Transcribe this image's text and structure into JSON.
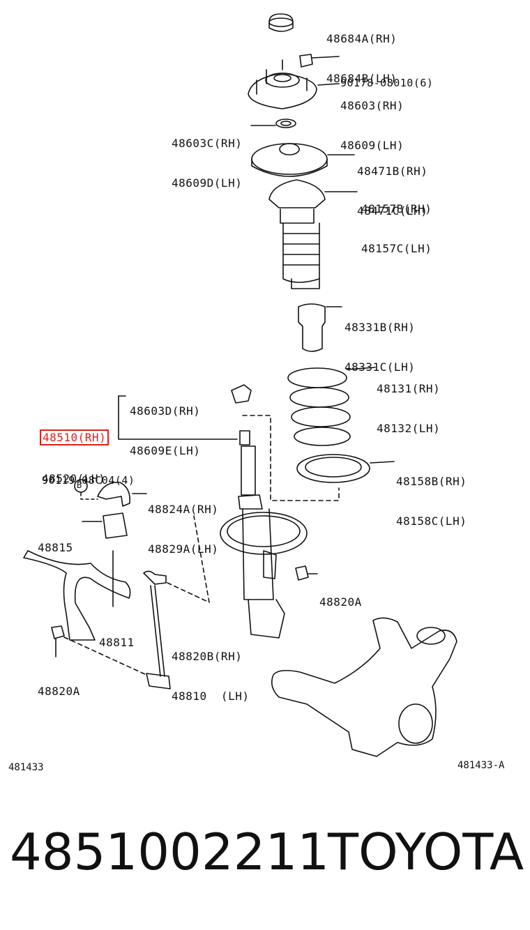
{
  "callouts": [
    {
      "id": "c1",
      "lines": [
        "48684A(RH)",
        "48684B(LH)"
      ]
    },
    {
      "id": "c2",
      "lines": [
        "90178-08010(6)"
      ]
    },
    {
      "id": "c3",
      "lines": [
        "48603(RH)",
        "48609(LH)"
      ]
    },
    {
      "id": "c4",
      "lines": [
        "48603C(RH)",
        "48609D(LH)"
      ]
    },
    {
      "id": "c5",
      "lines": [
        "48471B(RH)",
        "48471C(LH)"
      ]
    },
    {
      "id": "c6",
      "lines": [
        "48157B(RH)",
        "48157C(LH)"
      ]
    },
    {
      "id": "c7",
      "lines": [
        "48331B(RH)",
        "48331C(LH)"
      ]
    },
    {
      "id": "c8",
      "lines": [
        "48131(RH)",
        "48132(LH)"
      ]
    },
    {
      "id": "c9",
      "lines": [
        "48603D(RH)",
        "48609E(LH)"
      ]
    },
    {
      "id": "c10",
      "lines": [
        "48510(RH)",
        "48520(LH)"
      ]
    },
    {
      "id": "c11",
      "lines": [
        "90119-08C04(4)"
      ]
    },
    {
      "id": "c12",
      "lines": [
        "48158B(RH)",
        "48158C(LH)"
      ]
    },
    {
      "id": "c13",
      "lines": [
        "48824A(RH)",
        "48829A(LH)"
      ]
    },
    {
      "id": "c14",
      "lines": [
        "48815"
      ]
    },
    {
      "id": "c15",
      "lines": [
        "48820A"
      ]
    },
    {
      "id": "c16",
      "lines": [
        "48811"
      ]
    },
    {
      "id": "c17",
      "lines": [
        "48820B(RH)",
        "48810  (LH)"
      ]
    },
    {
      "id": "c18",
      "lines": [
        "48820A"
      ]
    }
  ],
  "circle_marker": "B",
  "ref_left": "481433",
  "ref_right": "481433-A",
  "footer": {
    "part_number": "4851002211",
    "brand": "TOYOTA"
  },
  "highlight_color": "#e0201a"
}
